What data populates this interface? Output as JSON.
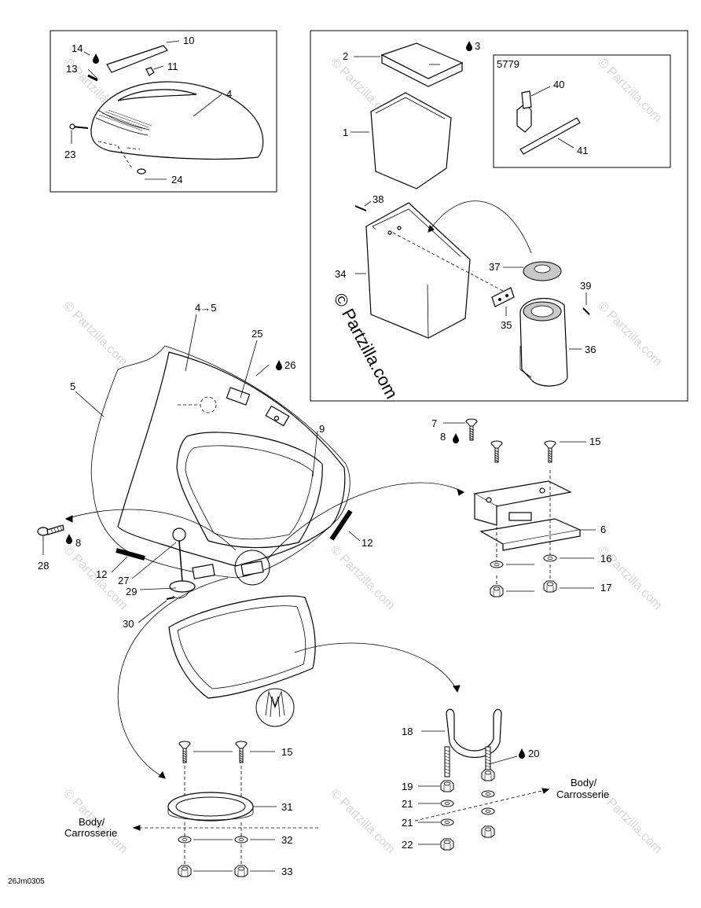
{
  "watermark_main": "© Partzilla.com",
  "watermark_faint": "© Partzilla.com",
  "figure_code": "26Jm0305",
  "drop_icon": "oil-drop-icon",
  "tool_box_label": "5779",
  "body_label_right": [
    "Body/",
    "Carrosserie"
  ],
  "body_label_left": [
    "Body/",
    "Carrosserie"
  ],
  "callouts": {
    "c1": "1",
    "c2": "2",
    "c3": "3",
    "c4": "4",
    "c4to5": "4→5",
    "c5": "5",
    "c6": "6",
    "c7": "7",
    "c8a": "8",
    "c8b": "8",
    "c9": "9",
    "c10": "10",
    "c11": "11",
    "c12a": "12",
    "c12b": "12",
    "c13": "13",
    "c14": "14",
    "c15a": "15",
    "c15b": "15",
    "c16": "16",
    "c17": "17",
    "c18": "18",
    "c19": "19",
    "c20": "20",
    "c21a": "21",
    "c21b": "21",
    "c22": "22",
    "c23": "23",
    "c24": "24",
    "c25": "25",
    "c26": "26",
    "c27": "27",
    "c28": "28",
    "c29": "29",
    "c30": "30",
    "c31": "31",
    "c32": "32",
    "c33": "33",
    "c34": "34",
    "c35": "35",
    "c36": "36",
    "c37": "37",
    "c38": "38",
    "c39": "39",
    "c40": "40",
    "c41": "41"
  }
}
